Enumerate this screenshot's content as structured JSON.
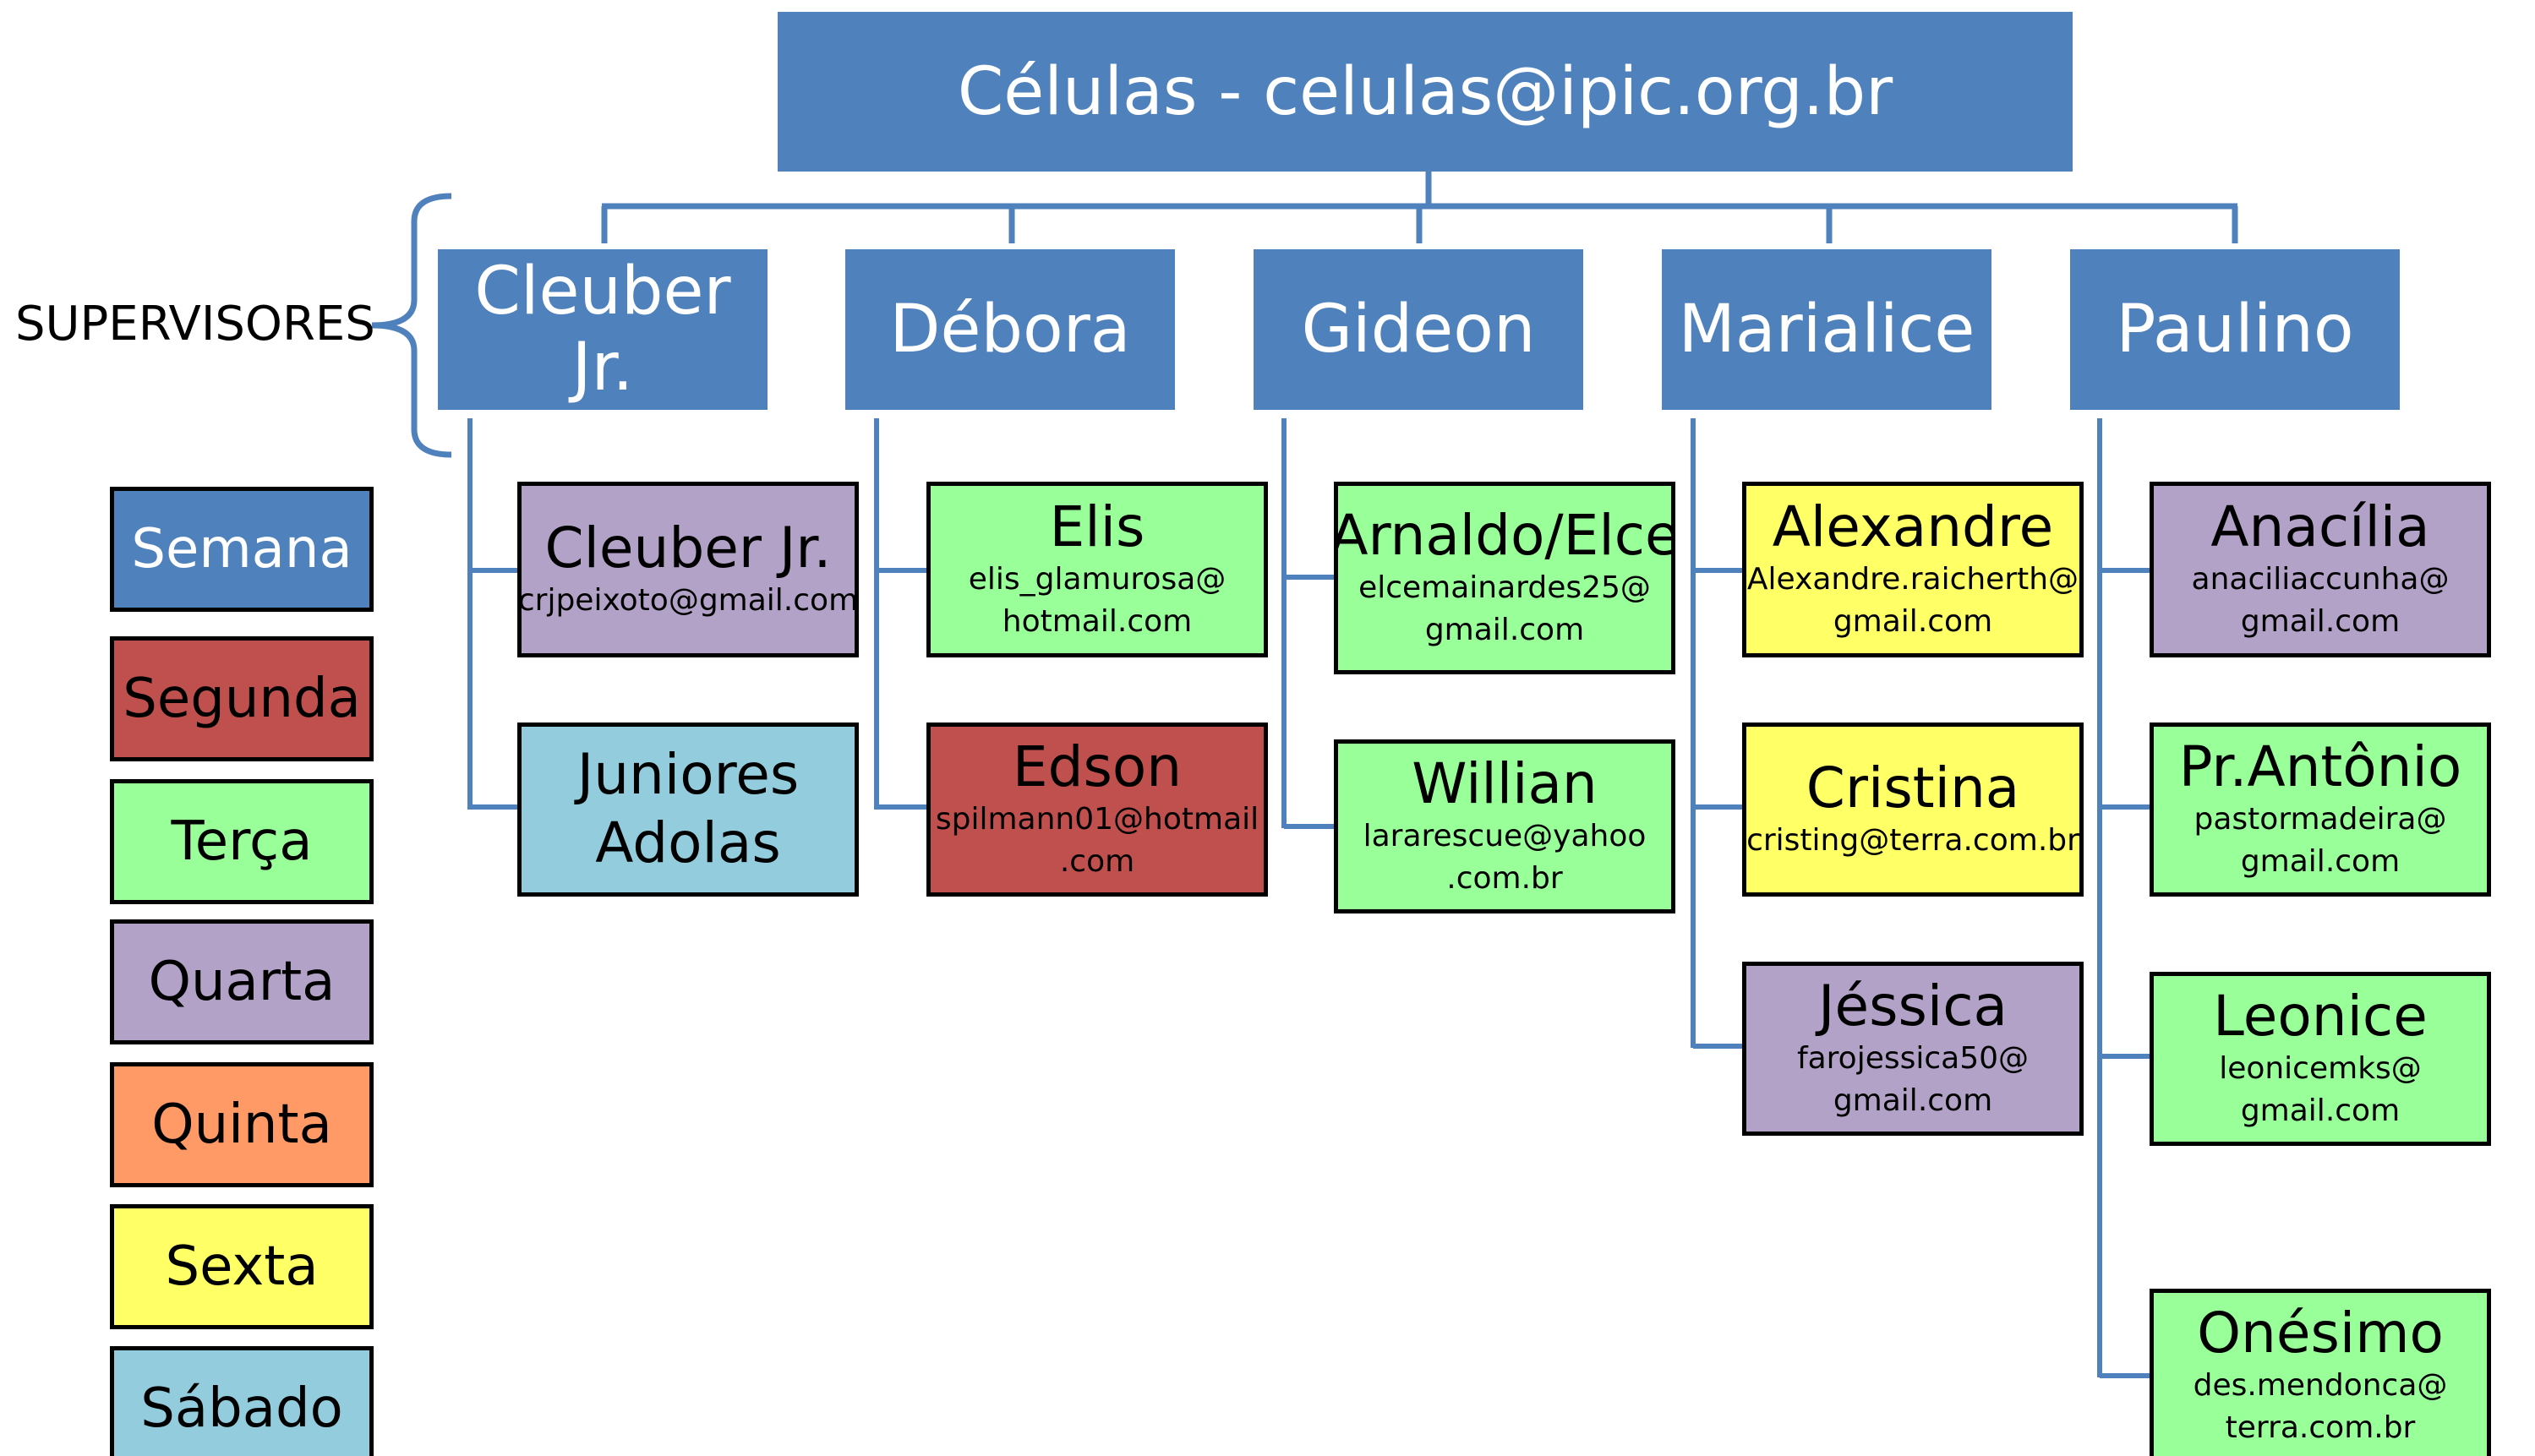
{
  "colors": {
    "connector": "#4f81bd",
    "top_header": "#4f81bd",
    "supervisor": "#4f81bd",
    "semana": "#4f81bd",
    "segunda": "#c0504d",
    "terca": "#99ff99",
    "quarta": "#b3a2c7",
    "quinta": "#ff9966",
    "sexta": "#ffff66",
    "sabado": "#93cddd"
  },
  "header": {
    "title": "Células - celulas@ipic.org.br"
  },
  "supervisors_label": "SUPERVISORES",
  "supervisors": [
    {
      "name": "Cleuber Jr.",
      "members": [
        {
          "name": "Cleuber Jr.",
          "email": "crjpeixoto@gmail.com",
          "day": "quarta"
        },
        {
          "name": "Juniores",
          "name2": "Adolas",
          "day": "sabado"
        }
      ]
    },
    {
      "name": "Débora",
      "members": [
        {
          "name": "Elis",
          "email": "elis_glamurosa@",
          "email2": "hotmail.com",
          "day": "terca"
        },
        {
          "name": "Edson",
          "email": "spilmann01@hotmail",
          "email2": ".com",
          "day": "segunda"
        }
      ]
    },
    {
      "name": "Gideon",
      "members": [
        {
          "name": "Arnaldo/Elce",
          "email": "elcemainardes25@",
          "email2": "gmail.com",
          "day": "terca"
        },
        {
          "name": "Willian",
          "email": "lararescue@yahoo",
          "email2": ".com.br",
          "day": "terca"
        }
      ]
    },
    {
      "name": "Marialice",
      "members": [
        {
          "name": "Alexandre",
          "email": "Alexandre.raicherth@",
          "email2": "gmail.com",
          "day": "sexta"
        },
        {
          "name": "Cristina",
          "email": "cristing@terra.com.br",
          "day": "sexta"
        },
        {
          "name": "Jéssica",
          "email": "farojessica50@",
          "email2": "gmail.com",
          "day": "quarta"
        }
      ]
    },
    {
      "name": "Paulino",
      "members": [
        {
          "name": "Anacília",
          "email": "anaciliaccunha@",
          "email2": "gmail.com",
          "day": "quarta"
        },
        {
          "name": "Pr.Antônio",
          "email": "pastormadeira@",
          "email2": "gmail.com",
          "day": "terca"
        },
        {
          "name": "Leonice",
          "email": "leonicemks@",
          "email2": "gmail.com",
          "day": "terca"
        },
        {
          "name": "Onésimo",
          "email": "des.mendonca@",
          "email2": "terra.com.br",
          "day": "terca"
        }
      ]
    }
  ],
  "legend": [
    {
      "label": "Semana",
      "key": "semana",
      "text_color": "#ffffff"
    },
    {
      "label": "Segunda",
      "key": "segunda",
      "text_color": "#000000"
    },
    {
      "label": "Terça",
      "key": "terca",
      "text_color": "#000000"
    },
    {
      "label": "Quarta",
      "key": "quarta",
      "text_color": "#000000"
    },
    {
      "label": "Quinta",
      "key": "quinta",
      "text_color": "#000000"
    },
    {
      "label": "Sexta",
      "key": "sexta",
      "text_color": "#000000"
    },
    {
      "label": "Sábado",
      "key": "sabado",
      "text_color": "#000000"
    }
  ]
}
